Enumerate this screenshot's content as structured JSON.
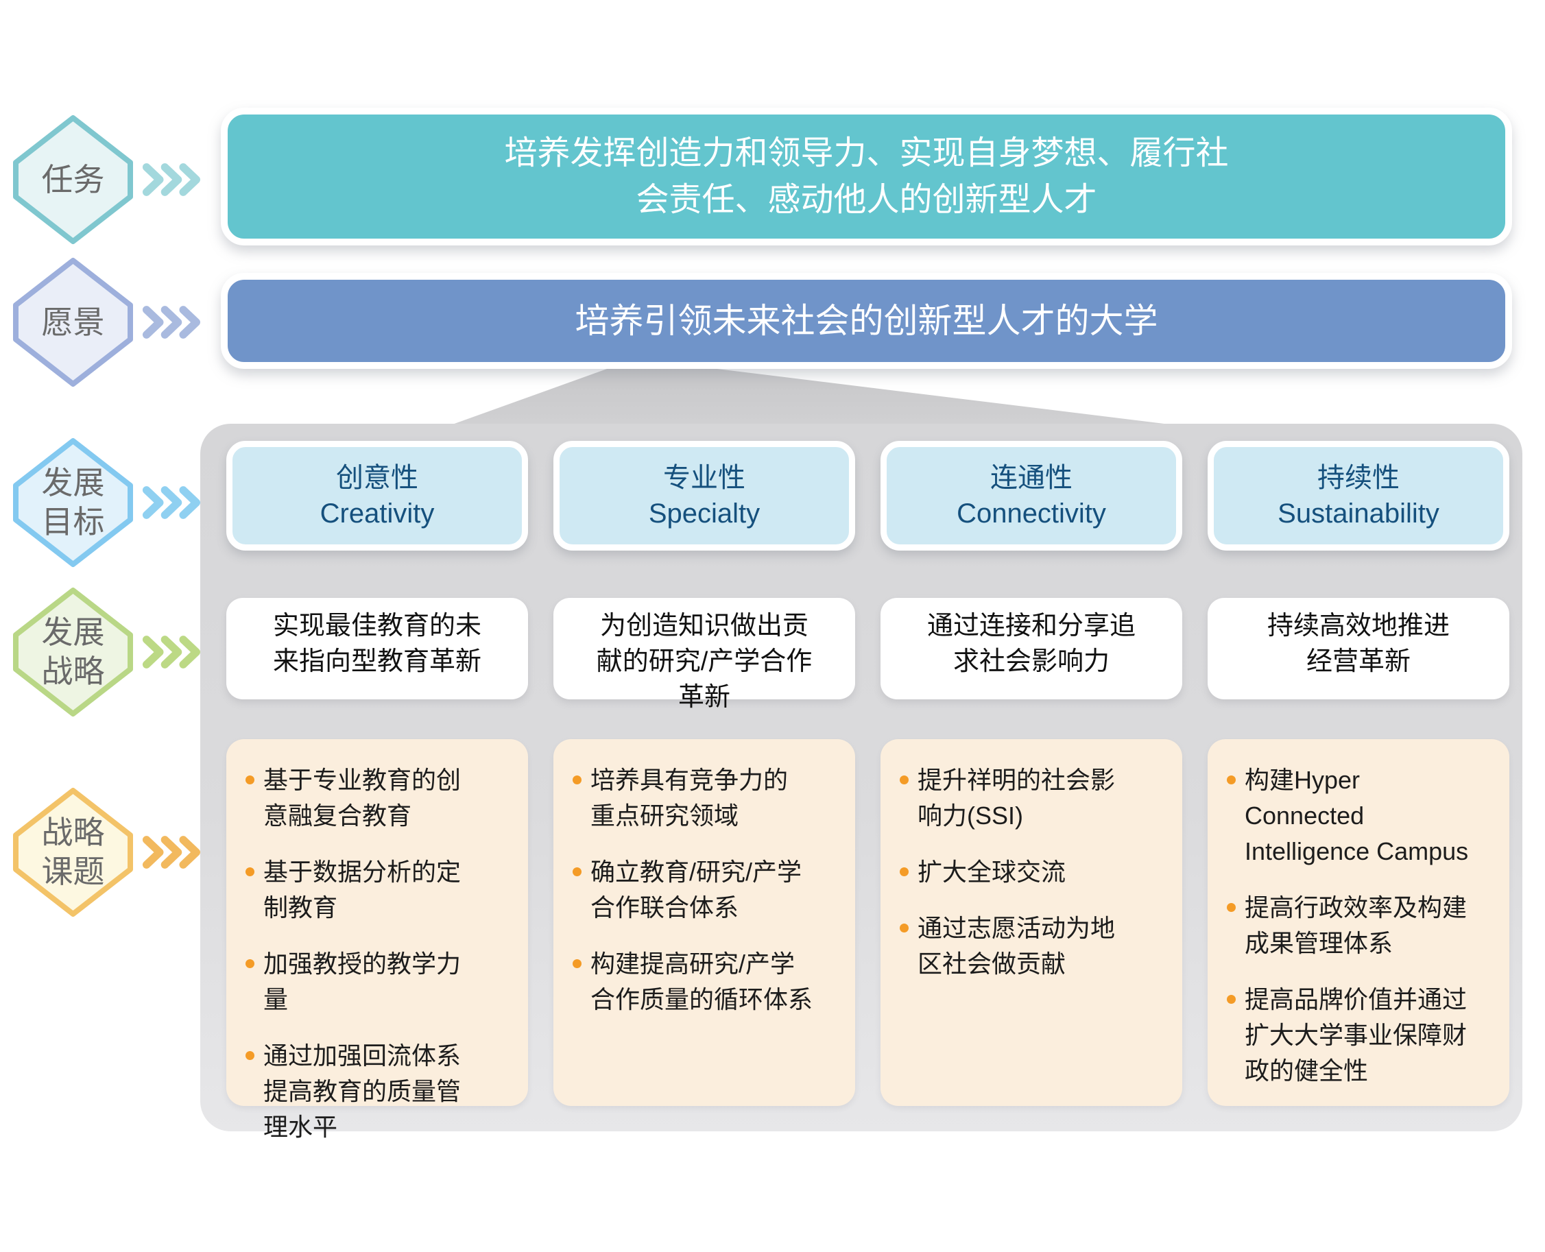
{
  "rows": [
    {
      "id": "mission",
      "label": "任务"
    },
    {
      "id": "vision",
      "label": "愿景"
    },
    {
      "id": "development-goals",
      "label": "发展\n目标"
    },
    {
      "id": "development-strategy",
      "label": "发展\n战略"
    },
    {
      "id": "strategic-topics",
      "label": "战略\n课题"
    }
  ],
  "mission": {
    "text": "培养发挥创造力和领导力、实现自身梦想、履行社\n会责任、感动他人的创新型人才"
  },
  "vision": {
    "text": "培养引领未来社会的创新型人才的大学"
  },
  "columns": [
    {
      "id": "creativity",
      "goal_zh": "创意性",
      "goal_en": "Creativity",
      "strategy": "实现最佳教育的未\n来指向型教育革新",
      "topics": [
        "基于专业教育的创\n意融复合教育",
        "基于数据分析的定\n制教育",
        "加强教授的教学力\n量",
        "通过加强回流体系\n提高教育的质量管\n理水平"
      ]
    },
    {
      "id": "specialty",
      "goal_zh": "专业性",
      "goal_en": "Specialty",
      "strategy": "为创造知识做出贡\n献的研究/产学合作\n革新",
      "topics": [
        "培养具有竞争力的\n重点研究领域",
        "确立教育/研究/产学\n合作联合体系",
        "构建提高研究/产学\n合作质量的循环体系"
      ]
    },
    {
      "id": "connectivity",
      "goal_zh": "连通性",
      "goal_en": "Connectivity",
      "strategy": "通过连接和分享追\n求社会影响力",
      "topics": [
        "提升祥明的社会影\n响力(SSI)",
        "扩大全球交流",
        "通过志愿活动为地\n区社会做贡献"
      ]
    },
    {
      "id": "sustainability",
      "goal_zh": "持续性",
      "goal_en": "Sustainability",
      "strategy": "持续高效地推进\n经营革新",
      "topics": [
        "构建Hyper\nConnected\nIntelligence Campus",
        "提高行政效率及构建\n成果管理体系",
        "提高品牌价值并通过\n扩大大学事业保障财\n政的健全性"
      ]
    }
  ],
  "palette": {
    "mission_box": "#63c5ce",
    "vision_box": "#7094c9",
    "goal_card_bg": "#cfe9f3",
    "goal_card_text": "#15507d",
    "strategy_card_bg": "#ffffff",
    "topics_card_bg": "#fbeedd",
    "bullet_orange": "#f49b26",
    "panel_gray": "#d9d9db",
    "hex_mission_border": "#7fc7cf",
    "hex_vision_border": "#9dafdc",
    "hex_goals_border": "#83c9f0",
    "hex_strategy_border": "#b9d786",
    "hex_topics_border": "#f3c368",
    "hex_label_text": "#6a6a6a"
  }
}
